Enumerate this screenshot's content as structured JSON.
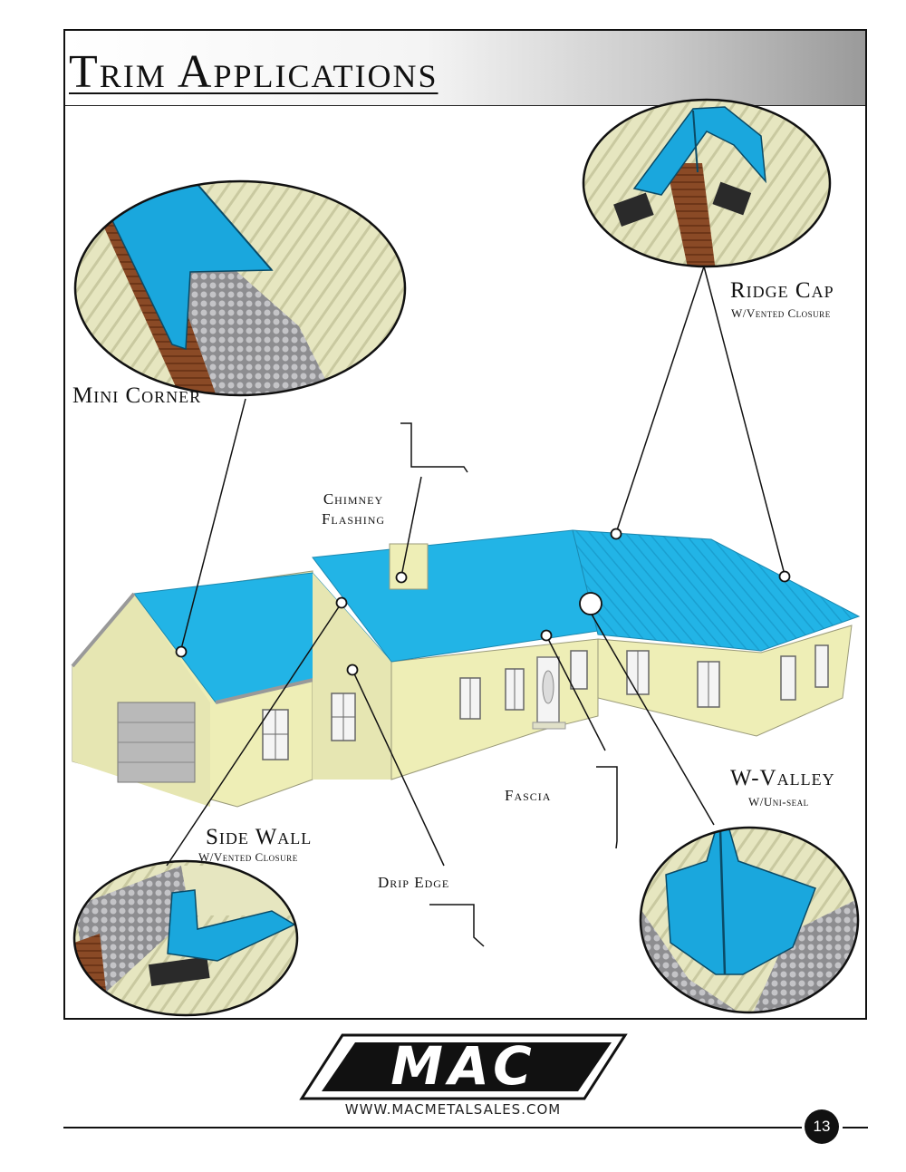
{
  "page": {
    "title": "Trim Applications",
    "website": "WWW.MACMETALSALES.COM",
    "page_number": "13"
  },
  "labels": {
    "mini_corner": "Mini Corner",
    "ridge_cap": "Ridge Cap",
    "ridge_cap_sub": "W/Vented Closure",
    "chimney_flashing": "Chimney Flashing",
    "fascia": "Fascia",
    "w_valley": "W-Valley",
    "w_valley_sub": "W/Uni-seal",
    "side_wall": "Side Wall",
    "side_wall_sub": "W/Vented Closure",
    "drip_edge": "Drip Edge"
  },
  "logo": {
    "text": "MAC"
  },
  "colors": {
    "roof": "#22b4e6",
    "wall": "#eeeeb6",
    "trim_blue": "#1aa7dd",
    "wood": "#8a4a26",
    "insulation": "#a8a8ab"
  }
}
